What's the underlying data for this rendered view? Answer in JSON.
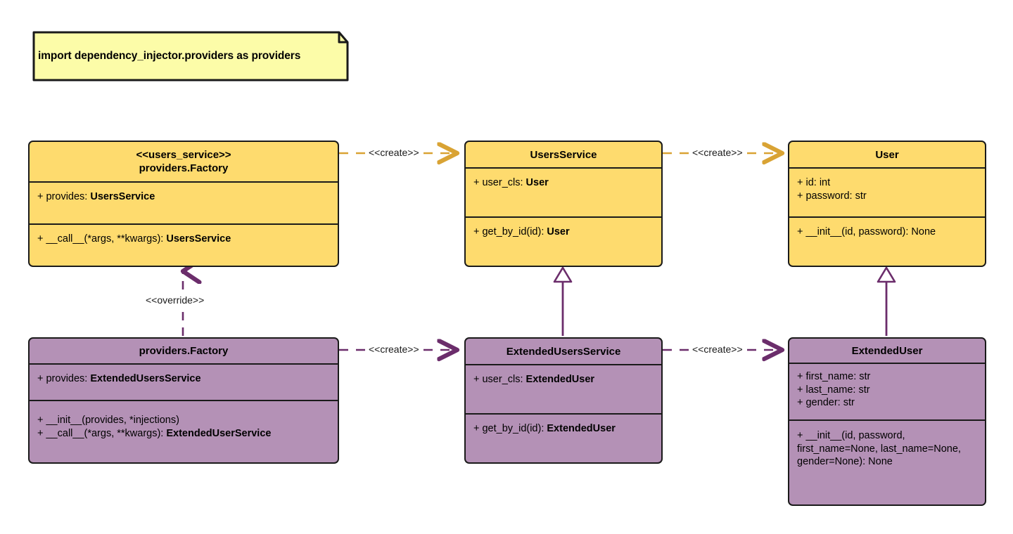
{
  "diagram": {
    "title": "dependency_injector providers UML class diagram",
    "colors": {
      "yellow_fill": "#FEDB6E",
      "purple_fill": "#B491B6",
      "note_fill": "#FCFCA8",
      "yellow_edge": "#D9A334",
      "purple_edge": "#6B2D6B",
      "outline": "#1A1A1A"
    }
  },
  "note": {
    "text": "import dependency_injector.providers as providers"
  },
  "classes": {
    "users_service_factory": {
      "stereotype": "<<users_service>>",
      "name": "providers.Factory",
      "attributes": [
        {
          "prefix": "+ provides: ",
          "type": "UsersService"
        }
      ],
      "methods": [
        {
          "prefix": "+ __call__(*args, **kwargs): ",
          "type": "UsersService"
        }
      ]
    },
    "users_service": {
      "stereotype": "",
      "name": "UsersService",
      "attributes": [
        {
          "prefix": "+ user_cls: ",
          "type": "User"
        }
      ],
      "methods": [
        {
          "prefix": "+ get_by_id(id): ",
          "type": "User"
        }
      ]
    },
    "user": {
      "stereotype": "",
      "name": "User",
      "attributes": [
        {
          "prefix": "+ id: int",
          "type": ""
        },
        {
          "prefix": "+ password: str",
          "type": ""
        }
      ],
      "methods": [
        {
          "prefix": "+ __init__(id, password): None",
          "type": ""
        }
      ]
    },
    "extended_factory": {
      "stereotype": "",
      "name": "providers.Factory",
      "attributes": [
        {
          "prefix": "+ provides: ",
          "type": "ExtendedUsersService"
        }
      ],
      "methods": [
        {
          "prefix": "+ __init__(provides, *injections)",
          "type": ""
        },
        {
          "prefix": "+ __call__(*args, **kwargs): ",
          "type": "ExtendedUserService"
        }
      ]
    },
    "extended_users_service": {
      "stereotype": "",
      "name": "ExtendedUsersService",
      "attributes": [
        {
          "prefix": "+ user_cls: ",
          "type": "ExtendedUser"
        }
      ],
      "methods": [
        {
          "prefix": "+ get_by_id(id): ",
          "type": "ExtendedUser"
        }
      ]
    },
    "extended_user": {
      "stereotype": "",
      "name": "ExtendedUser",
      "attributes": [
        {
          "prefix": "+ first_name: str",
          "type": ""
        },
        {
          "prefix": "+ last_name: str",
          "type": ""
        },
        {
          "prefix": "+ gender: str",
          "type": ""
        }
      ],
      "methods": [
        {
          "prefix": "+ __init__(id, password, first_name=None, last_name=None, gender=None): None",
          "type": ""
        }
      ]
    }
  },
  "connectors": {
    "create_top_left": {
      "label": "<<create>>",
      "kind": "dependency-create",
      "color": "#D9A334"
    },
    "create_top_right": {
      "label": "<<create>>",
      "kind": "dependency-create",
      "color": "#D9A334"
    },
    "create_bottom_left": {
      "label": "<<create>>",
      "kind": "dependency-create",
      "color": "#6B2D6B"
    },
    "create_bottom_right": {
      "label": "<<create>>",
      "kind": "dependency-create",
      "color": "#6B2D6B"
    },
    "override": {
      "label": "<<override>>",
      "kind": "dependency-override",
      "color": "#6B2D6B"
    },
    "generalization_service": {
      "label": "",
      "kind": "generalization",
      "color": "#6B2D6B"
    },
    "generalization_user": {
      "label": "",
      "kind": "generalization",
      "color": "#6B2D6B"
    }
  }
}
